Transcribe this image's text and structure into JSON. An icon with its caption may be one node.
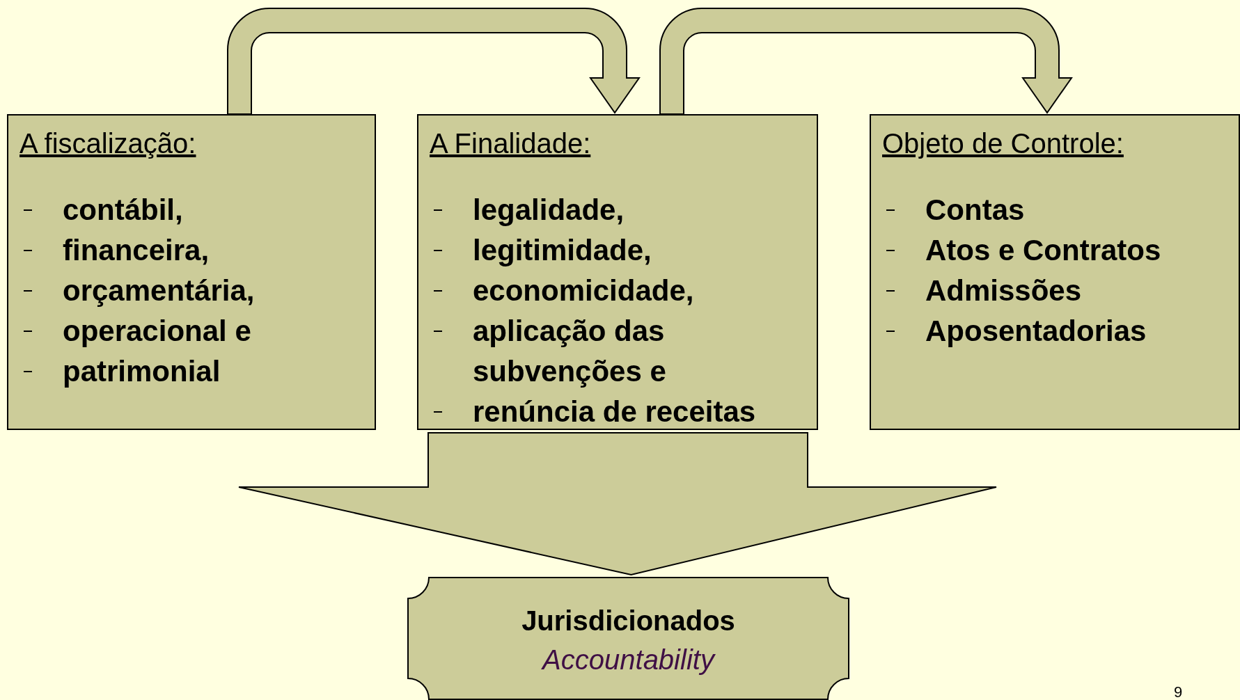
{
  "diagram": {
    "nodes": [
      {
        "text": [
          "A fiscalização:",
          "contábil,",
          "financeira,",
          "orçamentária,",
          "operacional e",
          "patrimonial"
        ]
      },
      {
        "text": [
          "A Finalidade:",
          "legalidade,",
          "legitimidade,",
          "economicidade,",
          "aplicação das subvenções e",
          "renúncia de receitas"
        ]
      },
      {
        "text": [
          "Objeto de Controle:",
          "Contas",
          "Atos e Contratos",
          "Admissões",
          "Aposentadorias"
        ]
      },
      {
        "text": [
          "Jurisdicionados",
          "Accountability"
        ]
      }
    ],
    "edges": [
      {
        "from": 0,
        "to": 1,
        "arrow": "to"
      },
      {
        "from": 1,
        "to": 2,
        "arrow": "to"
      },
      {
        "from": 1,
        "to": 3,
        "arrow": "to"
      }
    ],
    "labels": [
      "9"
    ]
  }
}
